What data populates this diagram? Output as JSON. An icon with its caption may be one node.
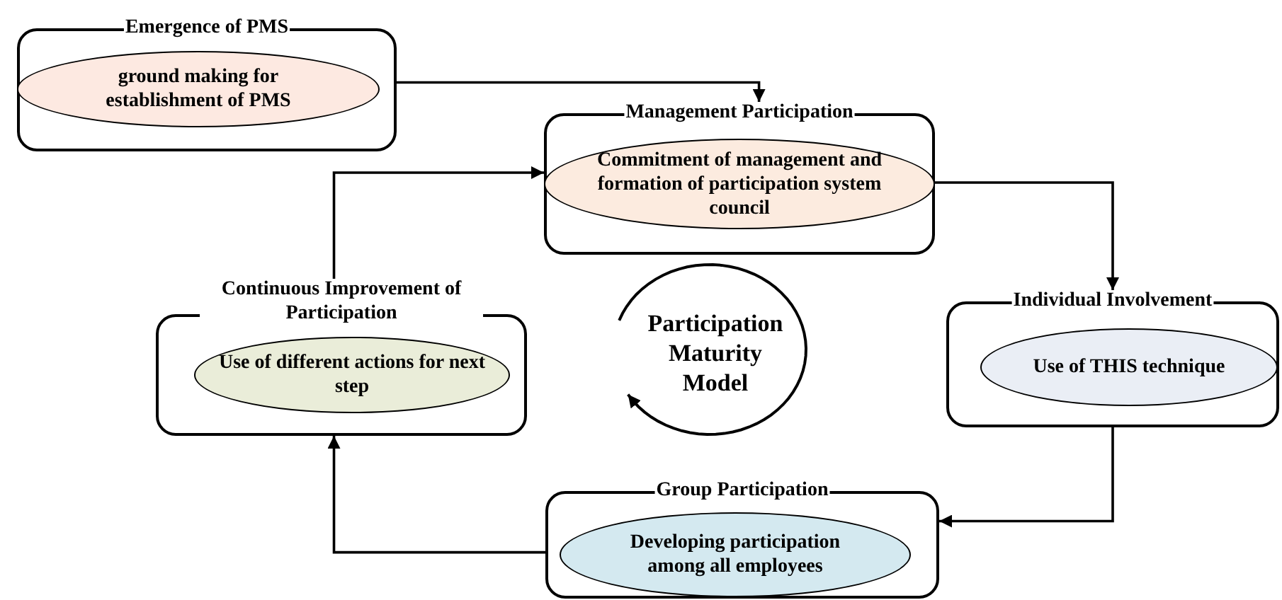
{
  "diagram": {
    "nodes": [
      {
        "text": [
          "Emergence of PMS"
        ]
      },
      {
        "text": [
          "ground making for establishment of PMS"
        ],
        "in": 0
      },
      {
        "text": [
          "Management Participation"
        ]
      },
      {
        "text": [
          "Commitment of management and formation of participation system council"
        ],
        "in": 2
      },
      {
        "text": [
          "Continuous Improvement of Participation"
        ]
      },
      {
        "text": [
          "Use of different actions for next step"
        ],
        "in": 4
      },
      {
        "text": [
          "Participation Maturity Model"
        ]
      },
      {
        "text": [
          "Individual Involvement"
        ]
      },
      {
        "text": [
          "Use of THIS technique"
        ],
        "in": 7
      },
      {
        "text": [
          "Group Participation"
        ]
      },
      {
        "text": [
          "Developing participation among all employees"
        ],
        "in": 9
      }
    ],
    "edges": [
      {
        "from": 0,
        "to": 2,
        "arrow": "to"
      },
      {
        "from": 2,
        "to": 7,
        "arrow": "to"
      },
      {
        "from": 7,
        "to": 9,
        "arrow": "to"
      },
      {
        "from": 9,
        "to": 4,
        "arrow": "to"
      },
      {
        "from": 4,
        "to": 2,
        "arrow": "to"
      }
    ]
  }
}
